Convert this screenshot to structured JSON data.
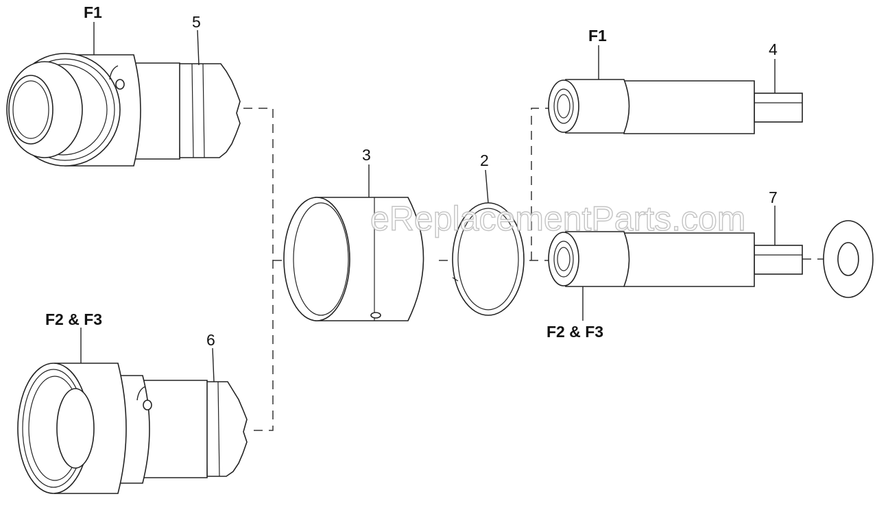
{
  "labels": {
    "f1_left": "F1",
    "f1_right": "F1",
    "f2f3_left": "F2 & F3",
    "f2f3_right": "F2 & F3"
  },
  "callouts": {
    "n2": "2",
    "n3": "3",
    "n4": "4",
    "n5": "5",
    "n6": "6",
    "n7": "7"
  },
  "watermark": "eReplacementParts.com"
}
